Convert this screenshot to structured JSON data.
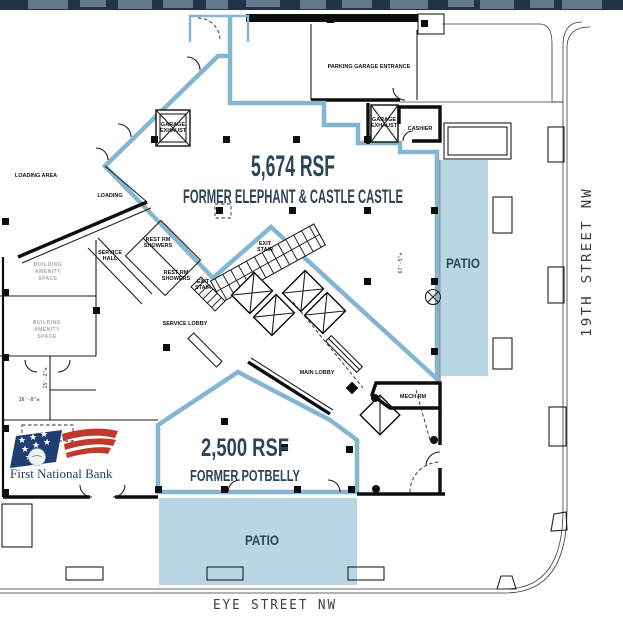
{
  "spaces": [
    {
      "area": "5,674 RSF",
      "former": "FORMER ELEPHANT & CASTLE CASTLE"
    },
    {
      "area": "2,500 RSF",
      "former": "FORMER POTBELLY"
    }
  ],
  "patios": {
    "right": "PATIO",
    "bottom": "PATIO"
  },
  "streets": {
    "bottom": "EYE STREET NW",
    "right": "19TH STREET NW"
  },
  "rooms": {
    "loading_area": {
      "lines": [
        "LOADING AREA"
      ]
    },
    "loading": {
      "lines": [
        "LOADING"
      ]
    },
    "amenity1": {
      "lines": [
        "BUILDING",
        "AMENITY",
        "SPACE"
      ]
    },
    "amenity2": {
      "lines": [
        "BUILDING",
        "AMENITY",
        "SPACE"
      ]
    },
    "service_hall": {
      "lines": [
        "SERVICE",
        "HALL"
      ]
    },
    "restrm1": {
      "lines": [
        "REST RM",
        "SHOWERS"
      ]
    },
    "restrm2": {
      "lines": [
        "REST RM",
        "SHOWERS"
      ]
    },
    "exit_stair_small": {
      "lines": [
        "EXIT",
        "STAIR"
      ]
    },
    "exit_stair_main": {
      "lines": [
        "EXIT",
        "STAIR"
      ]
    },
    "service_lobby": {
      "lines": [
        "SERVICE LOBBY"
      ]
    },
    "main_lobby": {
      "lines": [
        "MAIN LOBBY"
      ]
    },
    "mech_rm": {
      "lines": [
        "MECH RM"
      ]
    },
    "parking": {
      "lines": [
        "PARKING GARAGE ENTRANCE"
      ]
    },
    "garage_exhaust1": {
      "lines": [
        "GARAGE",
        "EXHAUST"
      ]
    },
    "garage_exhaust2": {
      "lines": [
        "GARAGE",
        "EXHAUST"
      ]
    },
    "cashier": {
      "lines": [
        "CASHIER"
      ]
    }
  },
  "dimensions": {
    "patio_height": "67'-5\"±",
    "room_width": "16'-0\"±",
    "room_depth": "15'-2\"±"
  },
  "logo": {
    "name": "First National Bank"
  },
  "colors": {
    "patio_fill": "#b9d6e4",
    "lease_line": "#85b6d1",
    "label_navy": "#2e4458",
    "header_band": "#223246",
    "logo_blue": "#1f3e73",
    "logo_red": "#c0392b"
  }
}
